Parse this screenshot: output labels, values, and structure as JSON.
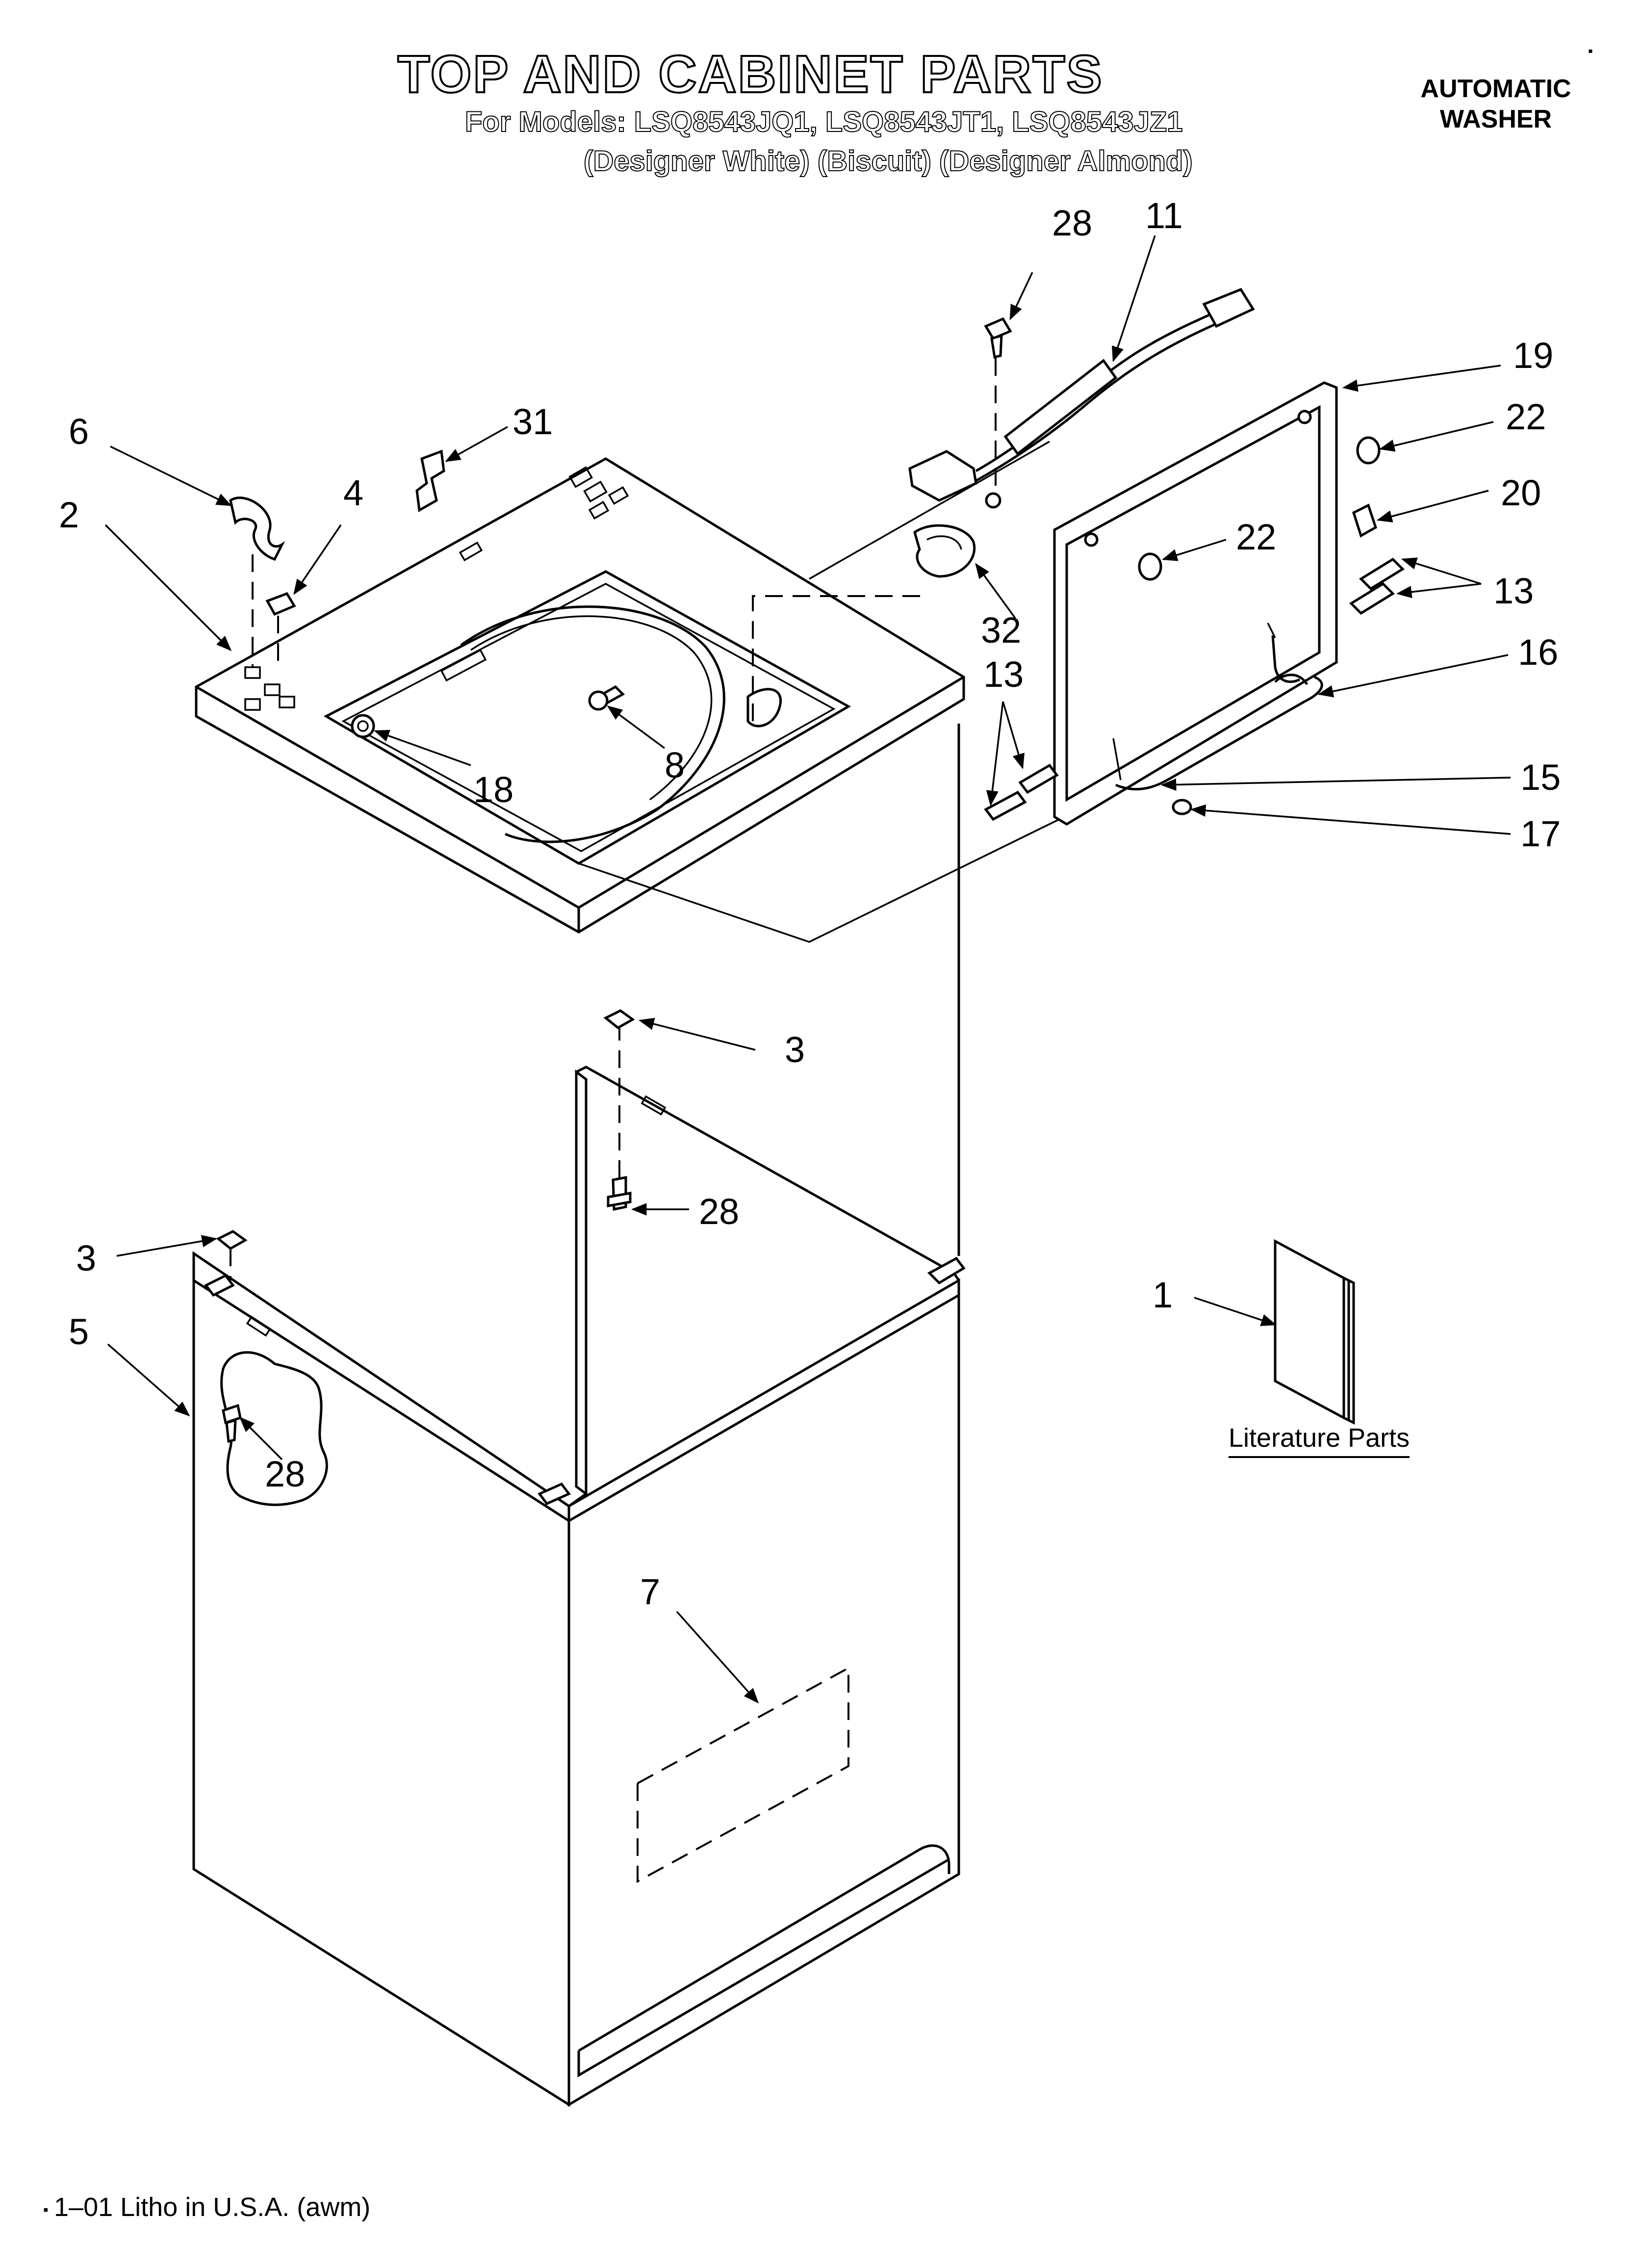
{
  "header": {
    "title": "TOP AND CABINET PARTS",
    "models": "For Models: LSQ8543JQ1, LSQ8543JT1, LSQ8543JZ1",
    "colors": "(Designer White)  (Biscuit)  (Designer Almond)",
    "product_line1": "AUTOMATIC",
    "product_line2": "WASHER"
  },
  "callouts": {
    "c28_top": "28",
    "c11": "11",
    "c19": "19",
    "c22_right": "22",
    "c20": "20",
    "c22_inner": "22",
    "c13_right": "13",
    "c16": "16",
    "c13_left": "13",
    "c15": "15",
    "c17": "17",
    "c6": "6",
    "c31": "31",
    "c4": "4",
    "c2": "2",
    "c32": "32",
    "c8": "8",
    "c18": "18",
    "c3_top": "3",
    "c28_mid": "28",
    "c3_left": "3",
    "c5": "5",
    "c28_left": "28",
    "c1": "1",
    "c7": "7"
  },
  "literature_label": "Literature Parts",
  "footer": "1–01 Litho in U.S.A. (awm)"
}
